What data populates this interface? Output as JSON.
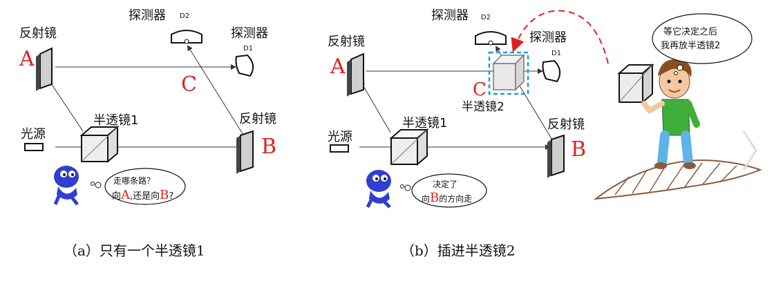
{
  "panel_a": {
    "mirror_a": "反射镜",
    "letter_a": "A",
    "detector_d2": "探测器",
    "d2_tag": "D2",
    "detector_d1": "探测器",
    "d1_tag": "D1",
    "letter_c": "C",
    "source": "光源",
    "splitter1": "半透镜1",
    "mirror_b": "反射镜",
    "letter_b": "B",
    "bubble_line1": "走哪条路？",
    "bubble_to": "向",
    "bubble_a": "A",
    "bubble_or": ",还是向",
    "bubble_b": "B",
    "bubble_q": "?",
    "caption": "（a）只有一个半透镜1"
  },
  "panel_b": {
    "mirror_a": "反射镜",
    "letter_a": "A",
    "detector_d2": "探测器",
    "d2_tag": "D2",
    "detector_d1": "探测器",
    "d1_tag": "D1",
    "letter_c": "C",
    "splitter2": "半透镜2",
    "source": "光源",
    "splitter1": "半透镜1",
    "mirror_b": "反射镜",
    "letter_b": "B",
    "bubble_line1": "决定了",
    "bubble_to": "向",
    "bubble_b": "B",
    "bubble_rest": "的方向走",
    "caption": "（b）插进半透镜2"
  },
  "boy": {
    "bubble_line1": "等它决定之后",
    "bubble_line2": "我再放半透镜2"
  },
  "colors": {
    "accent_red": "#e02020",
    "creature_blue": "#2f3fd0",
    "highlight_cyan": "#1aa0d8",
    "shirt_green": "#3fae3a",
    "pants_blue": "#5fb3e8",
    "plank_brown": "#8a5a3c"
  }
}
